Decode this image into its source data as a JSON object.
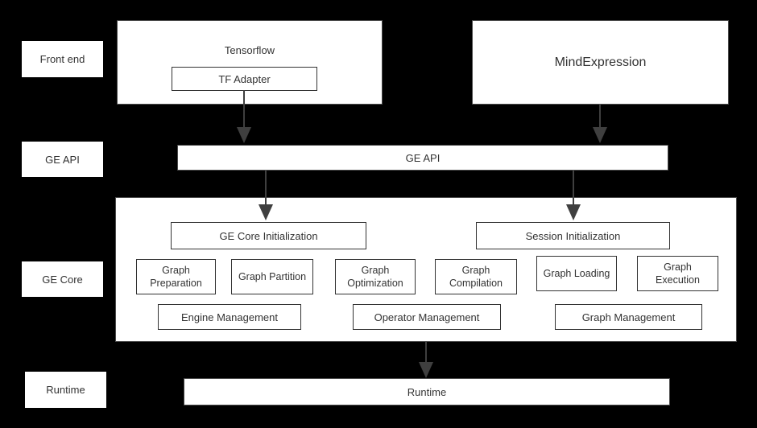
{
  "rows": {
    "frontend_label": "Front end",
    "geapi_label": "GE API",
    "gecore_label": "GE Core",
    "runtime_label": "Runtime"
  },
  "frontend": {
    "tensorflow_title": "Tensorflow",
    "tf_adapter": "TF Adapter",
    "mindexpression_title": "MindExpression"
  },
  "ge_api_bar": "GE API",
  "ge_core": {
    "init": [
      "GE Core Initialization",
      "Session Initialization"
    ],
    "modules": [
      "Graph Preparation",
      "Graph Partition",
      "Graph Optimization",
      "Graph Compilation",
      "Graph Loading",
      "Graph Execution"
    ],
    "management": [
      "Engine Management",
      "Operator Management",
      "Graph Management"
    ]
  },
  "runtime_bar": "Runtime",
  "colors": {
    "background": "#000000",
    "box_fill": "#ffffff",
    "box_border": "#4a4a4a",
    "inner_border": "#333333",
    "text": "#333333",
    "arrow": "#3f3f3f"
  }
}
